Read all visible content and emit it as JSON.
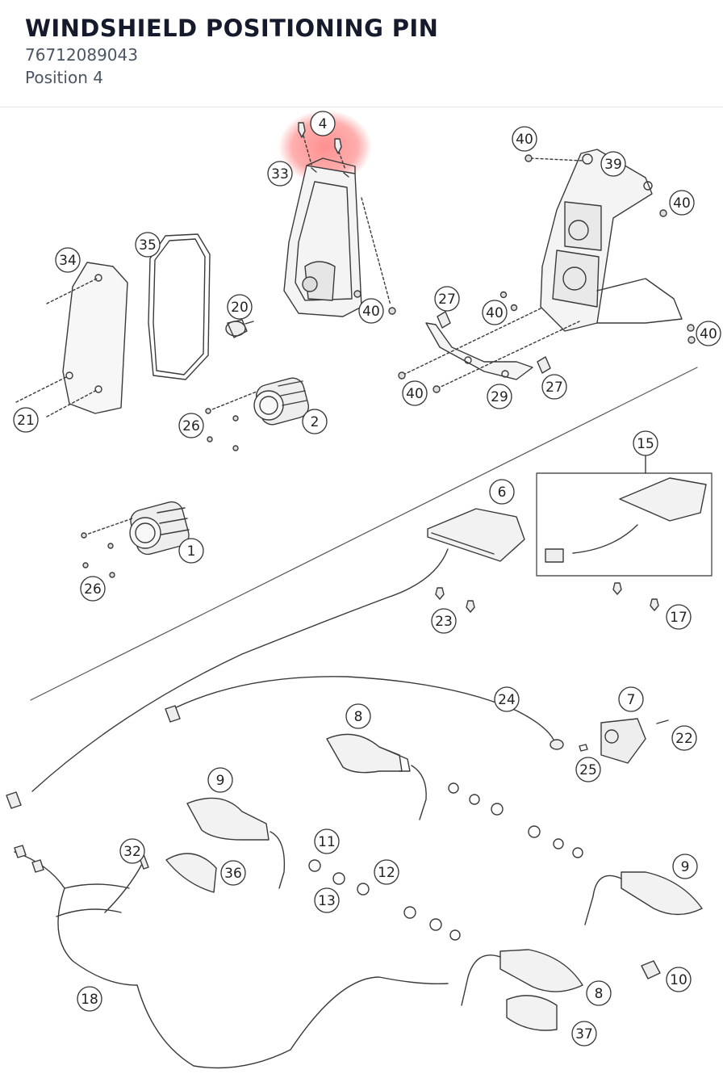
{
  "header": {
    "title": "WINDSHIELD POSITIONING PIN",
    "part_number": "76712089043",
    "position": "Position 4"
  },
  "highlight": {
    "label": "4",
    "color": "#ff6b6b"
  },
  "callouts": [
    "4",
    "33",
    "40",
    "39",
    "40",
    "34",
    "35",
    "20",
    "40",
    "27",
    "40",
    "40",
    "21",
    "26",
    "2",
    "40",
    "29",
    "27",
    "15",
    "6",
    "1",
    "26",
    "23",
    "17",
    "7",
    "24",
    "8",
    "22",
    "25",
    "9",
    "9",
    "32",
    "11",
    "36",
    "12",
    "13",
    "10",
    "18",
    "8",
    "37"
  ]
}
